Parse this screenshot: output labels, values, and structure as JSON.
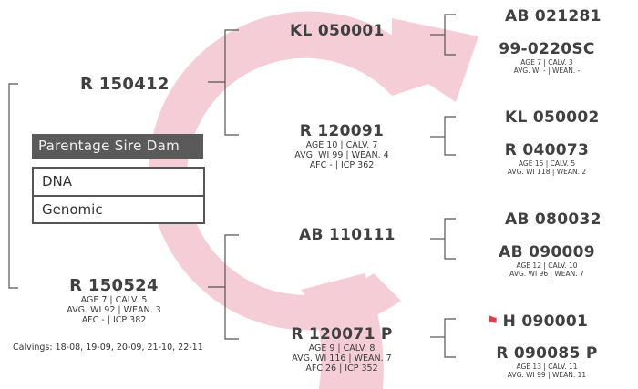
{
  "colors": {
    "arrow": "#f4cbd4",
    "marker": "#d8434f",
    "legend_header_bg": "#5a5a5a"
  },
  "legend": {
    "header": "Parentage Sire Dam",
    "options": [
      "DNA",
      "Genomic"
    ]
  },
  "sire": {
    "id": "R 150412",
    "sire": {
      "id": "KL 050001",
      "sire": {
        "id": "AB 021281"
      },
      "dam": {
        "id": "99-0220SC",
        "line1": "AGE 7 | CALV. 3",
        "line2": "AVG. WI - | WEAN. -"
      }
    },
    "dam": {
      "id": "R 120091",
      "line1": "AGE 10 | CALV. 7",
      "line2": "AVG. WI 99 | WEAN. 4",
      "line3": "AFC - | ICP 362",
      "sire": {
        "id": "KL 050002"
      },
      "dam": {
        "id": "R 040073",
        "line1": "AGE 15 | CALV. 5",
        "line2": "AVG. WI 118 | WEAN. 2"
      }
    }
  },
  "dam": {
    "id": "R 150524",
    "line1": "AGE 7 | CALV. 5",
    "line2": "AVG. WI 92 | WEAN. 3",
    "line3": "AFC - | ICP 382",
    "calvings": "Calvings: 18-08, 19-09, 20-09, 21-10, 22-11",
    "sire": {
      "id": "AB 110111",
      "sire": {
        "id": "AB 080032"
      },
      "dam": {
        "id": "AB 090009",
        "line1": "AGE 12 | CALV. 10",
        "line2": "AVG. WI 96 | WEAN. 7"
      }
    },
    "dam": {
      "id": "R 120071 P",
      "line1": "AGE 9 | CALV. 8",
      "line2": "AVG. WI 116 | WEAN. 7",
      "line3": "AFC 26 | ICP 352",
      "sire": {
        "id": "H 090001",
        "marker_icon": "flag-marker-icon"
      },
      "dam": {
        "id": "R 090085 P",
        "line1": "AGE 13 | CALV. 11",
        "line2": "AVG. WI 99 | WEAN. 11"
      }
    }
  }
}
